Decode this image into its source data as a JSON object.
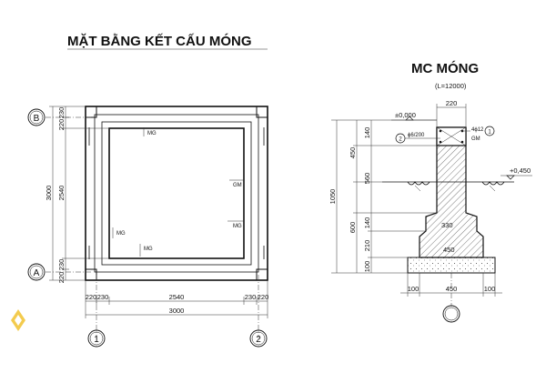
{
  "plan": {
    "title": "MẶT BẰNG KẾT CẤU MÓNG",
    "axis_b": "B",
    "axis_a": "A",
    "axis_1": "1",
    "axis_2": "2",
    "tag_mg": "MG",
    "tag_gm": "GM",
    "dim_230": "230",
    "dim_220": "220",
    "dim_2540": "2540",
    "dim_3000": "3000"
  },
  "section": {
    "title": "MC MÓNG",
    "subtitle": "(L=12000)",
    "level_0": "±0,000",
    "level_minus": "+0,450",
    "dim_220": "220",
    "rebar_main": "4ϕ12",
    "rebar_stirrup": "ϕ6/200",
    "mark_1": "1",
    "mark_2": "2",
    "tag_gm": "GM",
    "dim_140a": "140",
    "dim_450": "450",
    "dim_560": "560",
    "dim_1050": "1050",
    "dim_600": "600",
    "dim_140b": "140",
    "dim_210": "210",
    "dim_100": "100",
    "dim_330": "330",
    "dim_450b": "450",
    "bot_100a": "100",
    "bot_450": "450",
    "bot_100b": "100"
  },
  "colors": {
    "ink": "#111111",
    "watermark": "#f2c230"
  }
}
